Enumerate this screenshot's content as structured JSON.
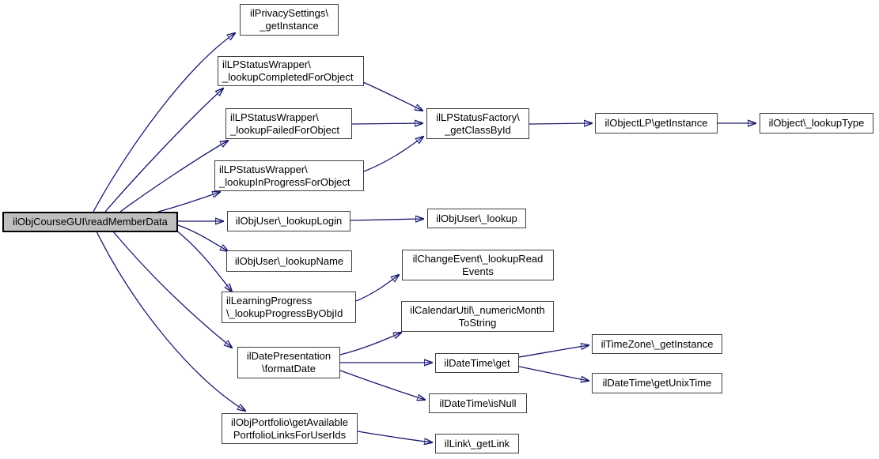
{
  "diagram": {
    "type": "call-graph",
    "root_function": "ilObjCourseGUI\\readMemberData",
    "colors": {
      "edge": "#191970",
      "node_border": "#404040",
      "node_fill": "#ffffff",
      "root_fill": "#bfbfbf",
      "root_border": "#000000",
      "text": "#000000",
      "background": "#ffffff"
    }
  },
  "nodes": [
    {
      "id": "readMemberData",
      "label": "ilObjCourseGUI\\readMemberData"
    },
    {
      "id": "privacy_getInstance",
      "label": "ilPrivacySettings\\\n_getInstance"
    },
    {
      "id": "lookupCompletedForObject",
      "label": "ilLPStatusWrapper\\\n_lookupCompletedForObject"
    },
    {
      "id": "lookupFailedForObject",
      "label": "ilLPStatusWrapper\\\n_lookupFailedForObject"
    },
    {
      "id": "lookupInProgressForObject",
      "label": "ilLPStatusWrapper\\\n_lookupInProgressForObject"
    },
    {
      "id": "lookupLogin",
      "label": "ilObjUser\\_lookupLogin"
    },
    {
      "id": "lookupName",
      "label": "ilObjUser\\_lookupName"
    },
    {
      "id": "lookupProgressByObjId",
      "label": "ilLearningProgress\n\\_lookupProgressByObjId"
    },
    {
      "id": "formatDate",
      "label": "ilDatePresentation\n\\formatDate"
    },
    {
      "id": "getAvailablePortfolioLinks",
      "label": "ilObjPortfolio\\getAvailable\nPortfolioLinksForUserIds"
    },
    {
      "id": "getClassById",
      "label": "ilLPStatusFactory\\\n_getClassById"
    },
    {
      "id": "userLookup",
      "label": "ilObjUser\\_lookup"
    },
    {
      "id": "lookupReadEvents",
      "label": "ilChangeEvent\\_lookupRead\nEvents"
    },
    {
      "id": "numericMonthToString",
      "label": "ilCalendarUtil\\_numericMonth\nToString"
    },
    {
      "id": "dateTimeGet",
      "label": "ilDateTime\\get"
    },
    {
      "id": "isNull",
      "label": "ilDateTime\\isNull"
    },
    {
      "id": "getLink",
      "label": "ilLink\\_getLink"
    },
    {
      "id": "objectLPGetInstance",
      "label": "ilObjectLP\\getInstance"
    },
    {
      "id": "lookupType",
      "label": "ilObject\\_lookupType"
    },
    {
      "id": "timeZoneGetInstance",
      "label": "ilTimeZone\\_getInstance"
    },
    {
      "id": "getUnixTime",
      "label": "ilDateTime\\getUnixTime"
    }
  ],
  "edges": [
    {
      "from": "readMemberData",
      "to": "privacy_getInstance"
    },
    {
      "from": "readMemberData",
      "to": "lookupCompletedForObject"
    },
    {
      "from": "readMemberData",
      "to": "lookupFailedForObject"
    },
    {
      "from": "readMemberData",
      "to": "lookupInProgressForObject"
    },
    {
      "from": "readMemberData",
      "to": "lookupLogin"
    },
    {
      "from": "readMemberData",
      "to": "lookupName"
    },
    {
      "from": "readMemberData",
      "to": "lookupProgressByObjId"
    },
    {
      "from": "readMemberData",
      "to": "formatDate"
    },
    {
      "from": "readMemberData",
      "to": "getAvailablePortfolioLinks"
    },
    {
      "from": "lookupCompletedForObject",
      "to": "getClassById"
    },
    {
      "from": "lookupFailedForObject",
      "to": "getClassById"
    },
    {
      "from": "lookupInProgressForObject",
      "to": "getClassById"
    },
    {
      "from": "getClassById",
      "to": "objectLPGetInstance"
    },
    {
      "from": "objectLPGetInstance",
      "to": "lookupType"
    },
    {
      "from": "lookupLogin",
      "to": "userLookup"
    },
    {
      "from": "lookupProgressByObjId",
      "to": "lookupReadEvents"
    },
    {
      "from": "formatDate",
      "to": "numericMonthToString"
    },
    {
      "from": "formatDate",
      "to": "dateTimeGet"
    },
    {
      "from": "formatDate",
      "to": "isNull"
    },
    {
      "from": "getAvailablePortfolioLinks",
      "to": "getLink"
    },
    {
      "from": "dateTimeGet",
      "to": "timeZoneGetInstance"
    },
    {
      "from": "dateTimeGet",
      "to": "getUnixTime"
    }
  ]
}
